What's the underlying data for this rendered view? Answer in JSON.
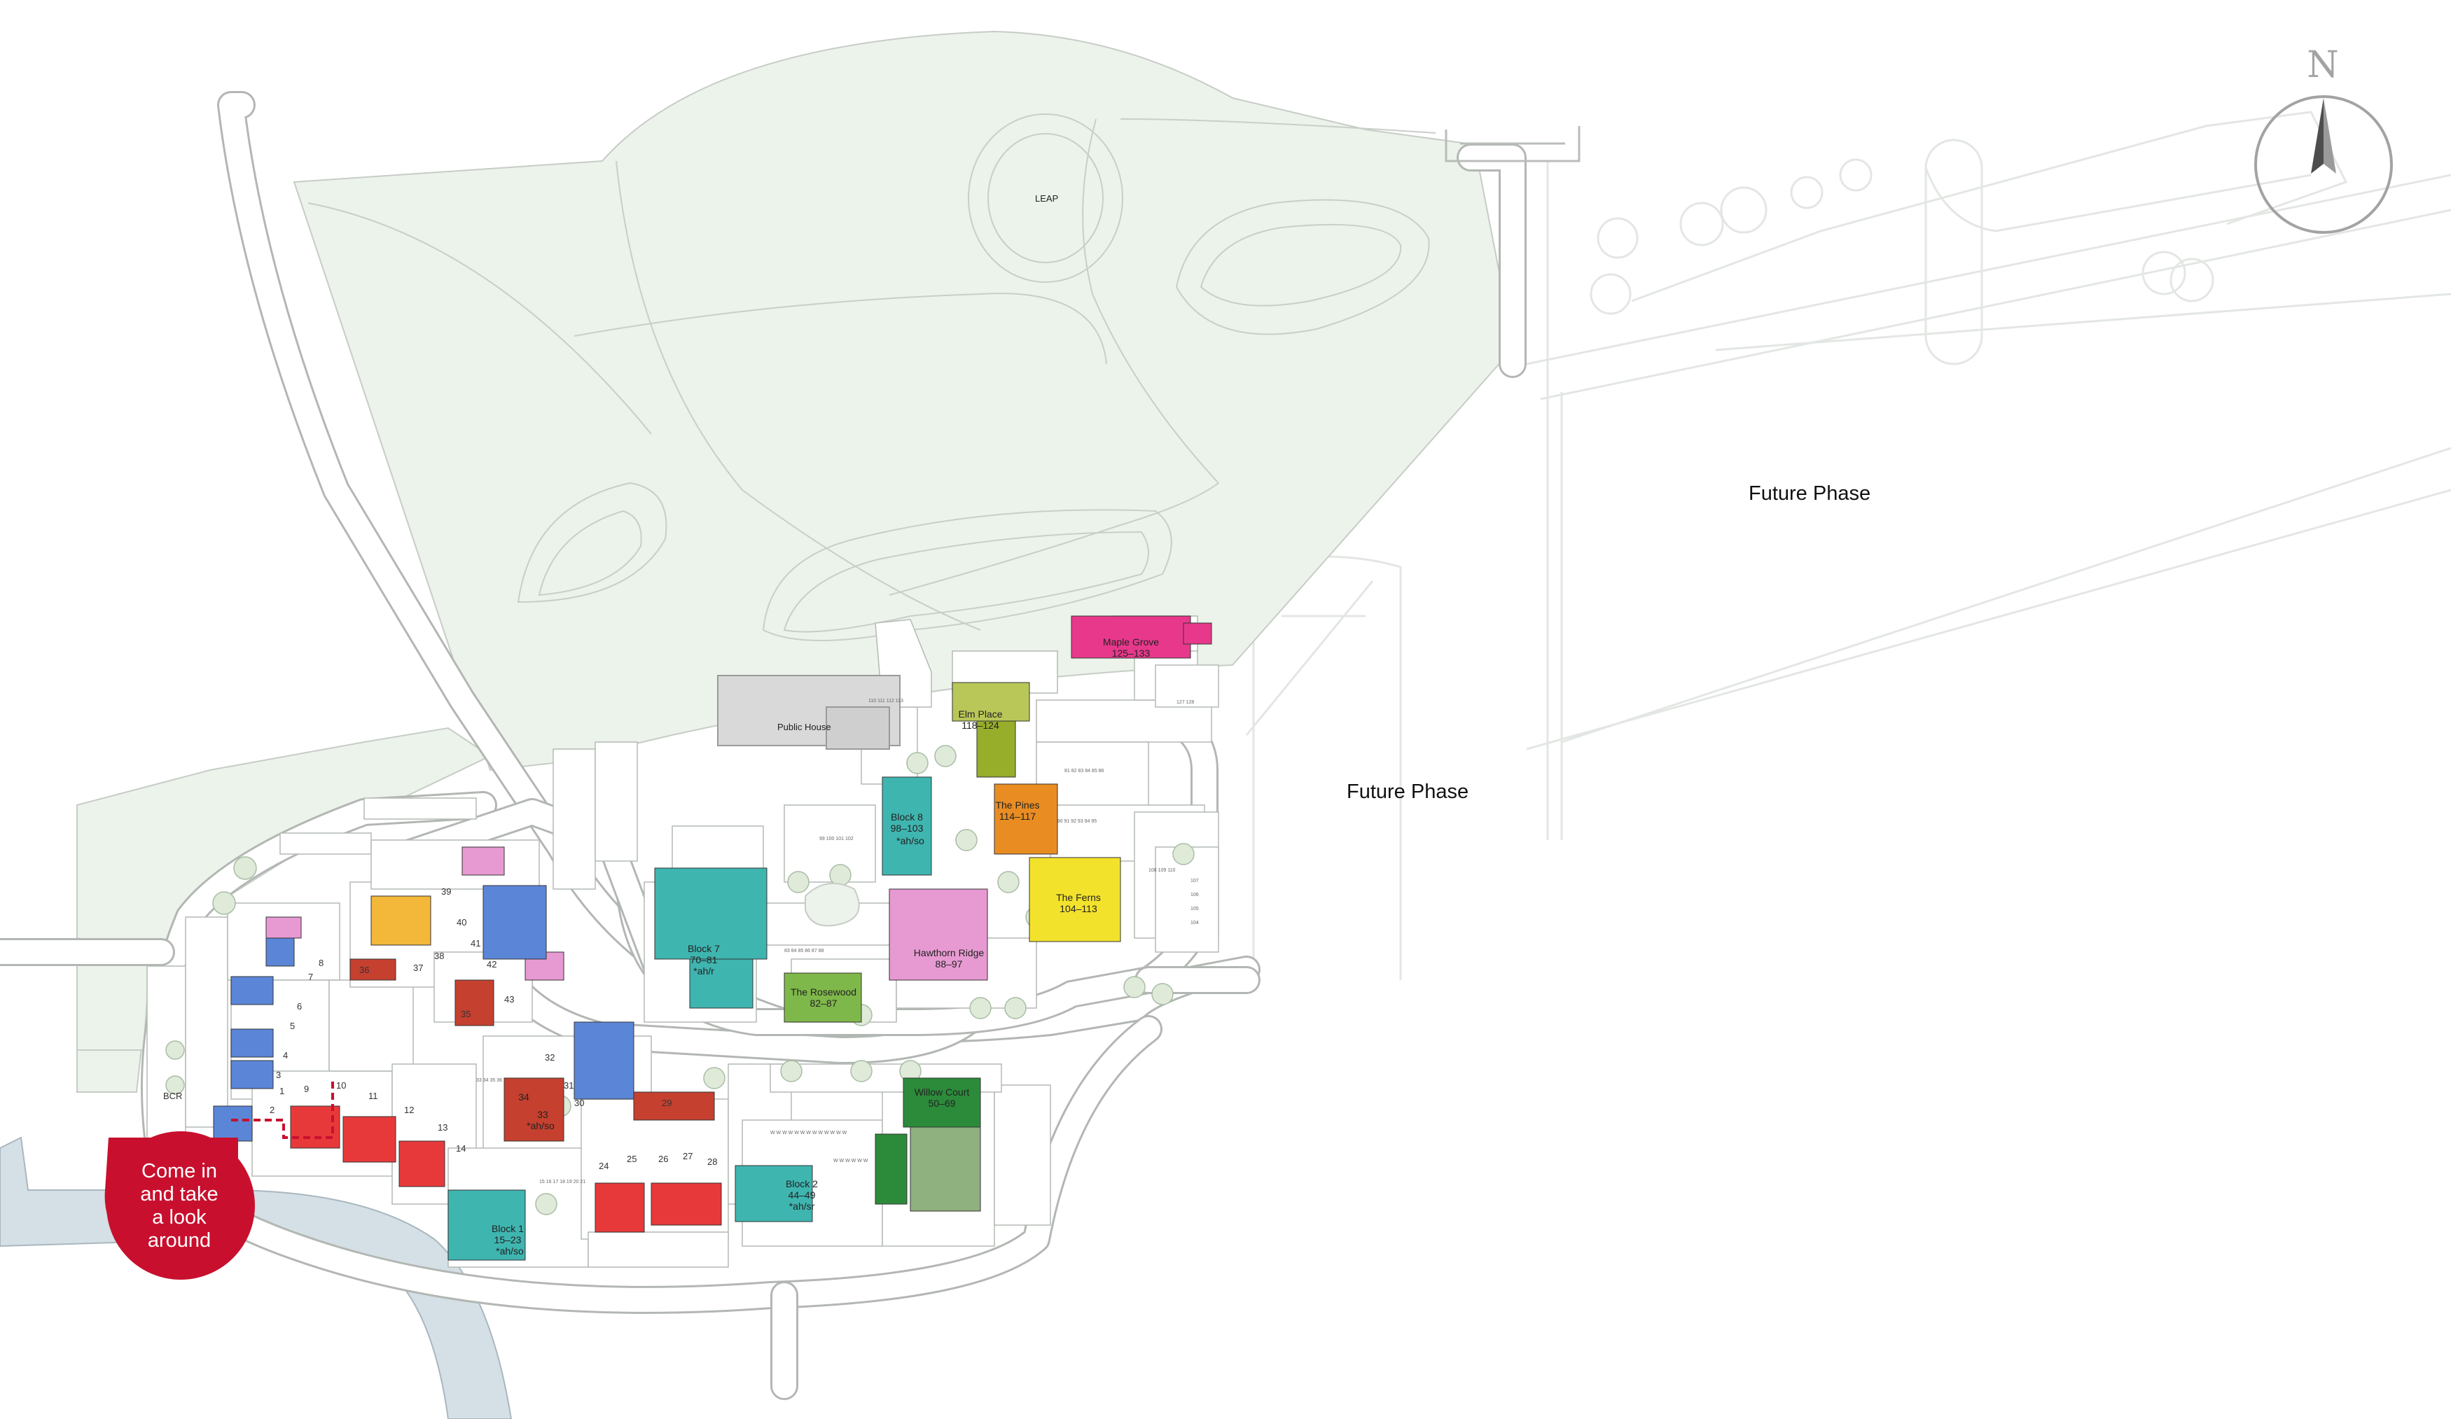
{
  "map": {
    "phase_labels": [
      "Future Phase",
      "Future Phase"
    ],
    "leap_label": "LEAP",
    "public_house_label": "Public House",
    "cta": {
      "lines": [
        "Come in",
        "and take",
        "a look",
        "around"
      ],
      "color": "#c8102e"
    },
    "north_label": "N",
    "colors": {
      "park": "#ebf3ea",
      "water": "#d4e0e6",
      "red": "#e8393a",
      "blue": "#5b86d8",
      "teal": "#3fb5b0",
      "pink": "#e79ad2",
      "magenta": "#e8388c",
      "yellow": "#f3e22c",
      "orange": "#e98d23",
      "olive": "#97ae2a",
      "green": "#2c8b3a",
      "brick": "#c5402f"
    },
    "blocks": [
      {
        "name": "Maple Grove",
        "units": "125–133",
        "color": "#e8388c"
      },
      {
        "name": "Elm Place",
        "units": "118–124",
        "color": "#97ae2a"
      },
      {
        "name": "The Pines",
        "units": "114–117",
        "color": "#e98d23"
      },
      {
        "name": "Block 8",
        "units": "98–103",
        "note": "*ah/so",
        "color": "#3fb5b0"
      },
      {
        "name": "The Ferns",
        "units": "104–113",
        "color": "#f3e22c"
      },
      {
        "name": "Hawthorn Ridge",
        "units": "88–97",
        "color": "#e79ad2"
      },
      {
        "name": "Block 7",
        "units": "70–81",
        "note": "*ah/r",
        "color": "#3fb5b0"
      },
      {
        "name": "The Rosewood",
        "units": "82–87",
        "color": "#7fb84a"
      },
      {
        "name": "Willow Court",
        "units": "50–69",
        "color": "#2c8b3a"
      },
      {
        "name": "Block 2",
        "units": "44–49",
        "note": "*ah/sr",
        "color": "#3fb5b0"
      },
      {
        "name": "Block 1",
        "units": "15–23",
        "note": "*ah/so",
        "color": "#3fb5b0"
      },
      {
        "name": "33",
        "units": "34",
        "note": "*ah/so",
        "color": "#c5402f"
      }
    ],
    "plot_numbers": [
      "1",
      "2",
      "3",
      "4",
      "5",
      "6",
      "7",
      "8",
      "9",
      "10",
      "11",
      "12",
      "13",
      "14",
      "24",
      "25",
      "26",
      "27",
      "28",
      "29",
      "30",
      "31",
      "32",
      "35",
      "36",
      "37",
      "38",
      "39",
      "40",
      "41",
      "42",
      "43"
    ],
    "misc": {
      "bcr": "BCR"
    }
  }
}
